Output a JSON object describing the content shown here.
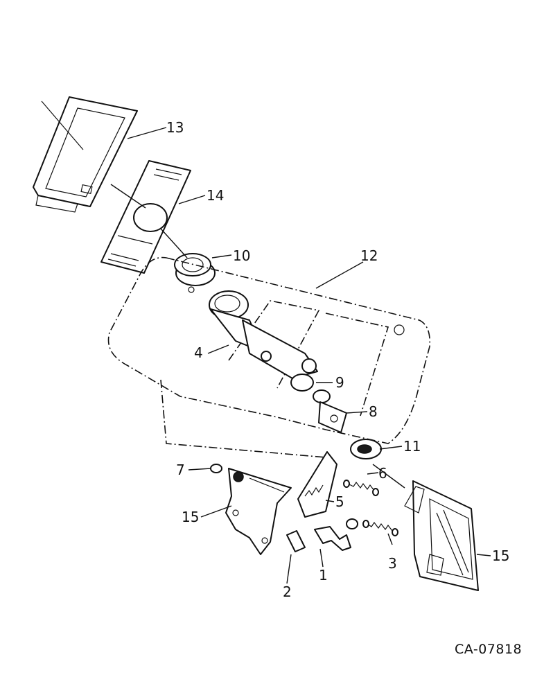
{
  "diagram": {
    "reference_code": "CA-07818",
    "callouts": [
      {
        "id": "13",
        "text": "13"
      },
      {
        "id": "14",
        "text": "14"
      },
      {
        "id": "10",
        "text": "10"
      },
      {
        "id": "12",
        "text": "12"
      },
      {
        "id": "4",
        "text": "4"
      },
      {
        "id": "9",
        "text": "9"
      },
      {
        "id": "8",
        "text": "8"
      },
      {
        "id": "11",
        "text": "11"
      },
      {
        "id": "7",
        "text": "7"
      },
      {
        "id": "6",
        "text": "6"
      },
      {
        "id": "5",
        "text": "5"
      },
      {
        "id": "15a",
        "text": "15"
      },
      {
        "id": "15b",
        "text": "15"
      },
      {
        "id": "3",
        "text": "3"
      },
      {
        "id": "1",
        "text": "1"
      },
      {
        "id": "2",
        "text": "2"
      }
    ]
  }
}
